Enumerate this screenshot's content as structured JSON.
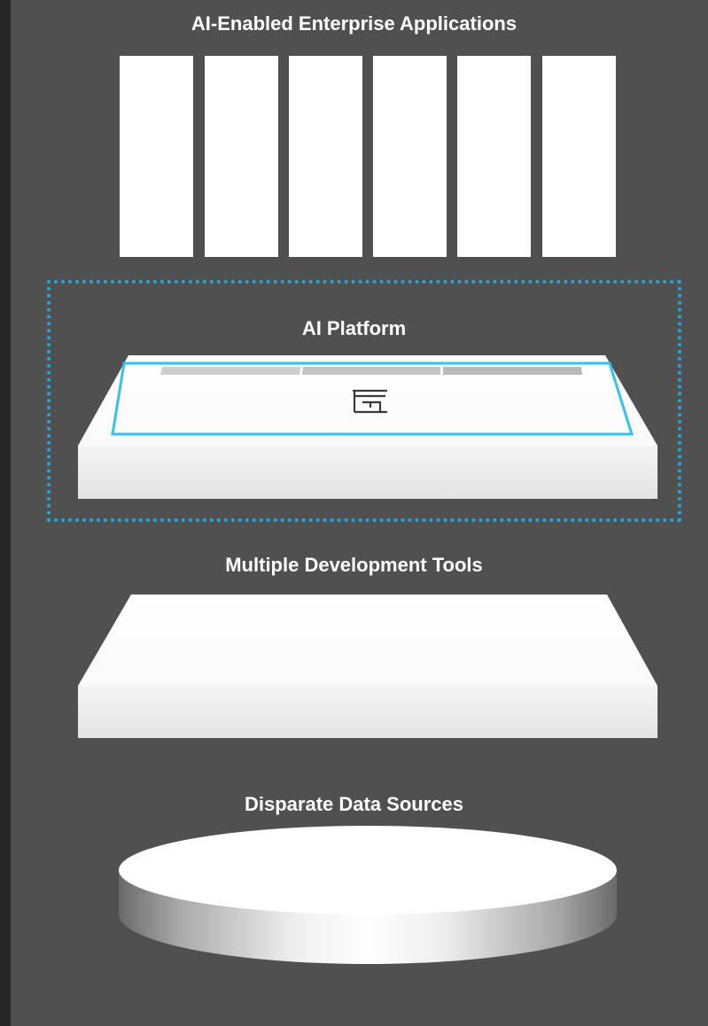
{
  "diagram": {
    "layers": [
      {
        "id": "applications",
        "title": "AI-Enabled Enterprise Applications",
        "app_count": 6
      },
      {
        "id": "platform",
        "title": "AI Platform",
        "highlighted": true
      },
      {
        "id": "dev_tools",
        "title": "Multiple Development Tools"
      },
      {
        "id": "data_sources",
        "title": "Disparate Data Sources"
      }
    ]
  },
  "colors": {
    "background": "#505050",
    "outer": "#262626",
    "highlight": "#1ea7e1",
    "block": "#ffffff"
  },
  "icons": {
    "platform_logo": "platform-logo-icon"
  }
}
